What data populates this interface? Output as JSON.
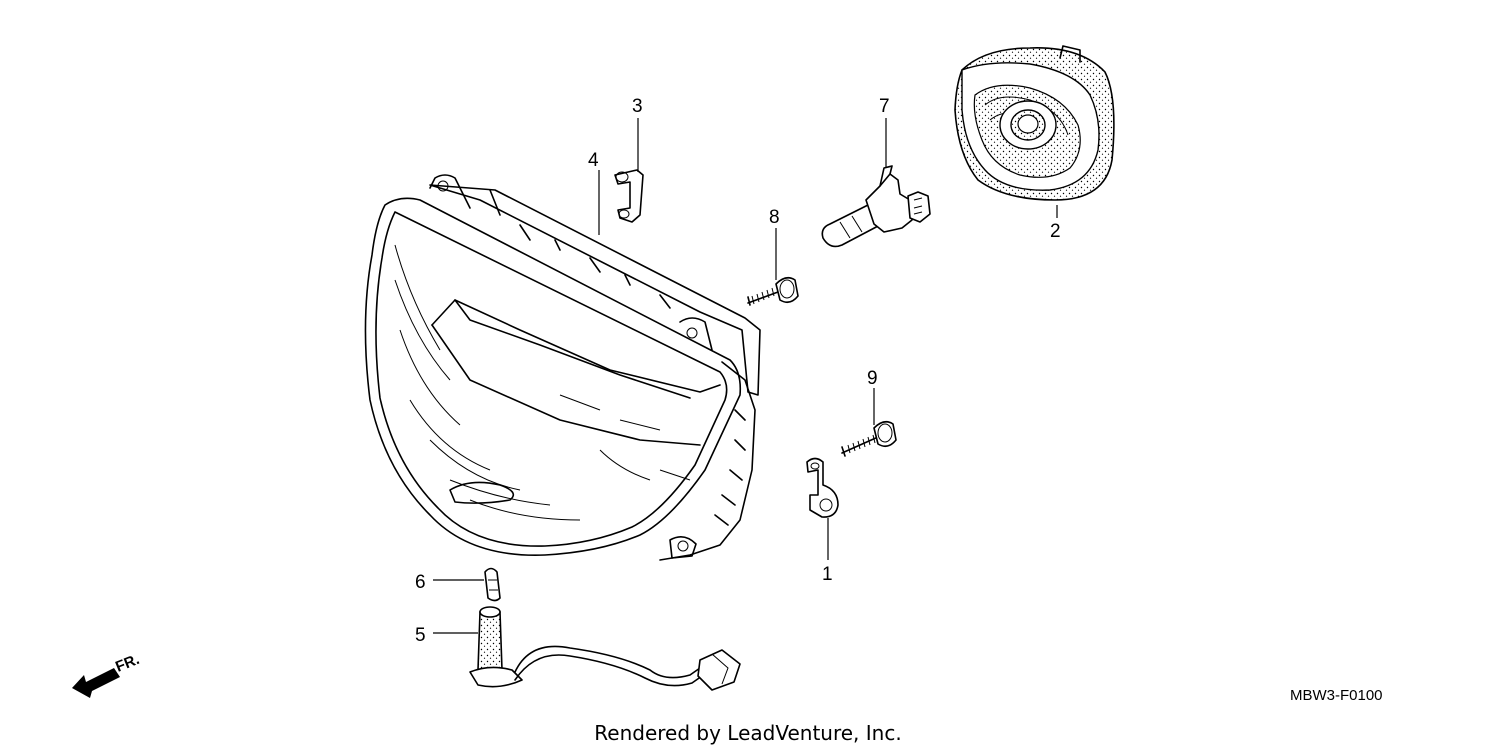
{
  "callouts": [
    {
      "id": "1",
      "label": "1"
    },
    {
      "id": "2",
      "label": "2"
    },
    {
      "id": "3",
      "label": "3"
    },
    {
      "id": "4",
      "label": "4"
    },
    {
      "id": "5",
      "label": "5"
    },
    {
      "id": "6",
      "label": "6"
    },
    {
      "id": "7",
      "label": "7"
    },
    {
      "id": "8",
      "label": "8"
    },
    {
      "id": "9",
      "label": "9"
    }
  ],
  "direction_marker": "FR.",
  "diagram_code": "MBW3-F0100",
  "footer_text": "Rendered by LeadVenture, Inc."
}
